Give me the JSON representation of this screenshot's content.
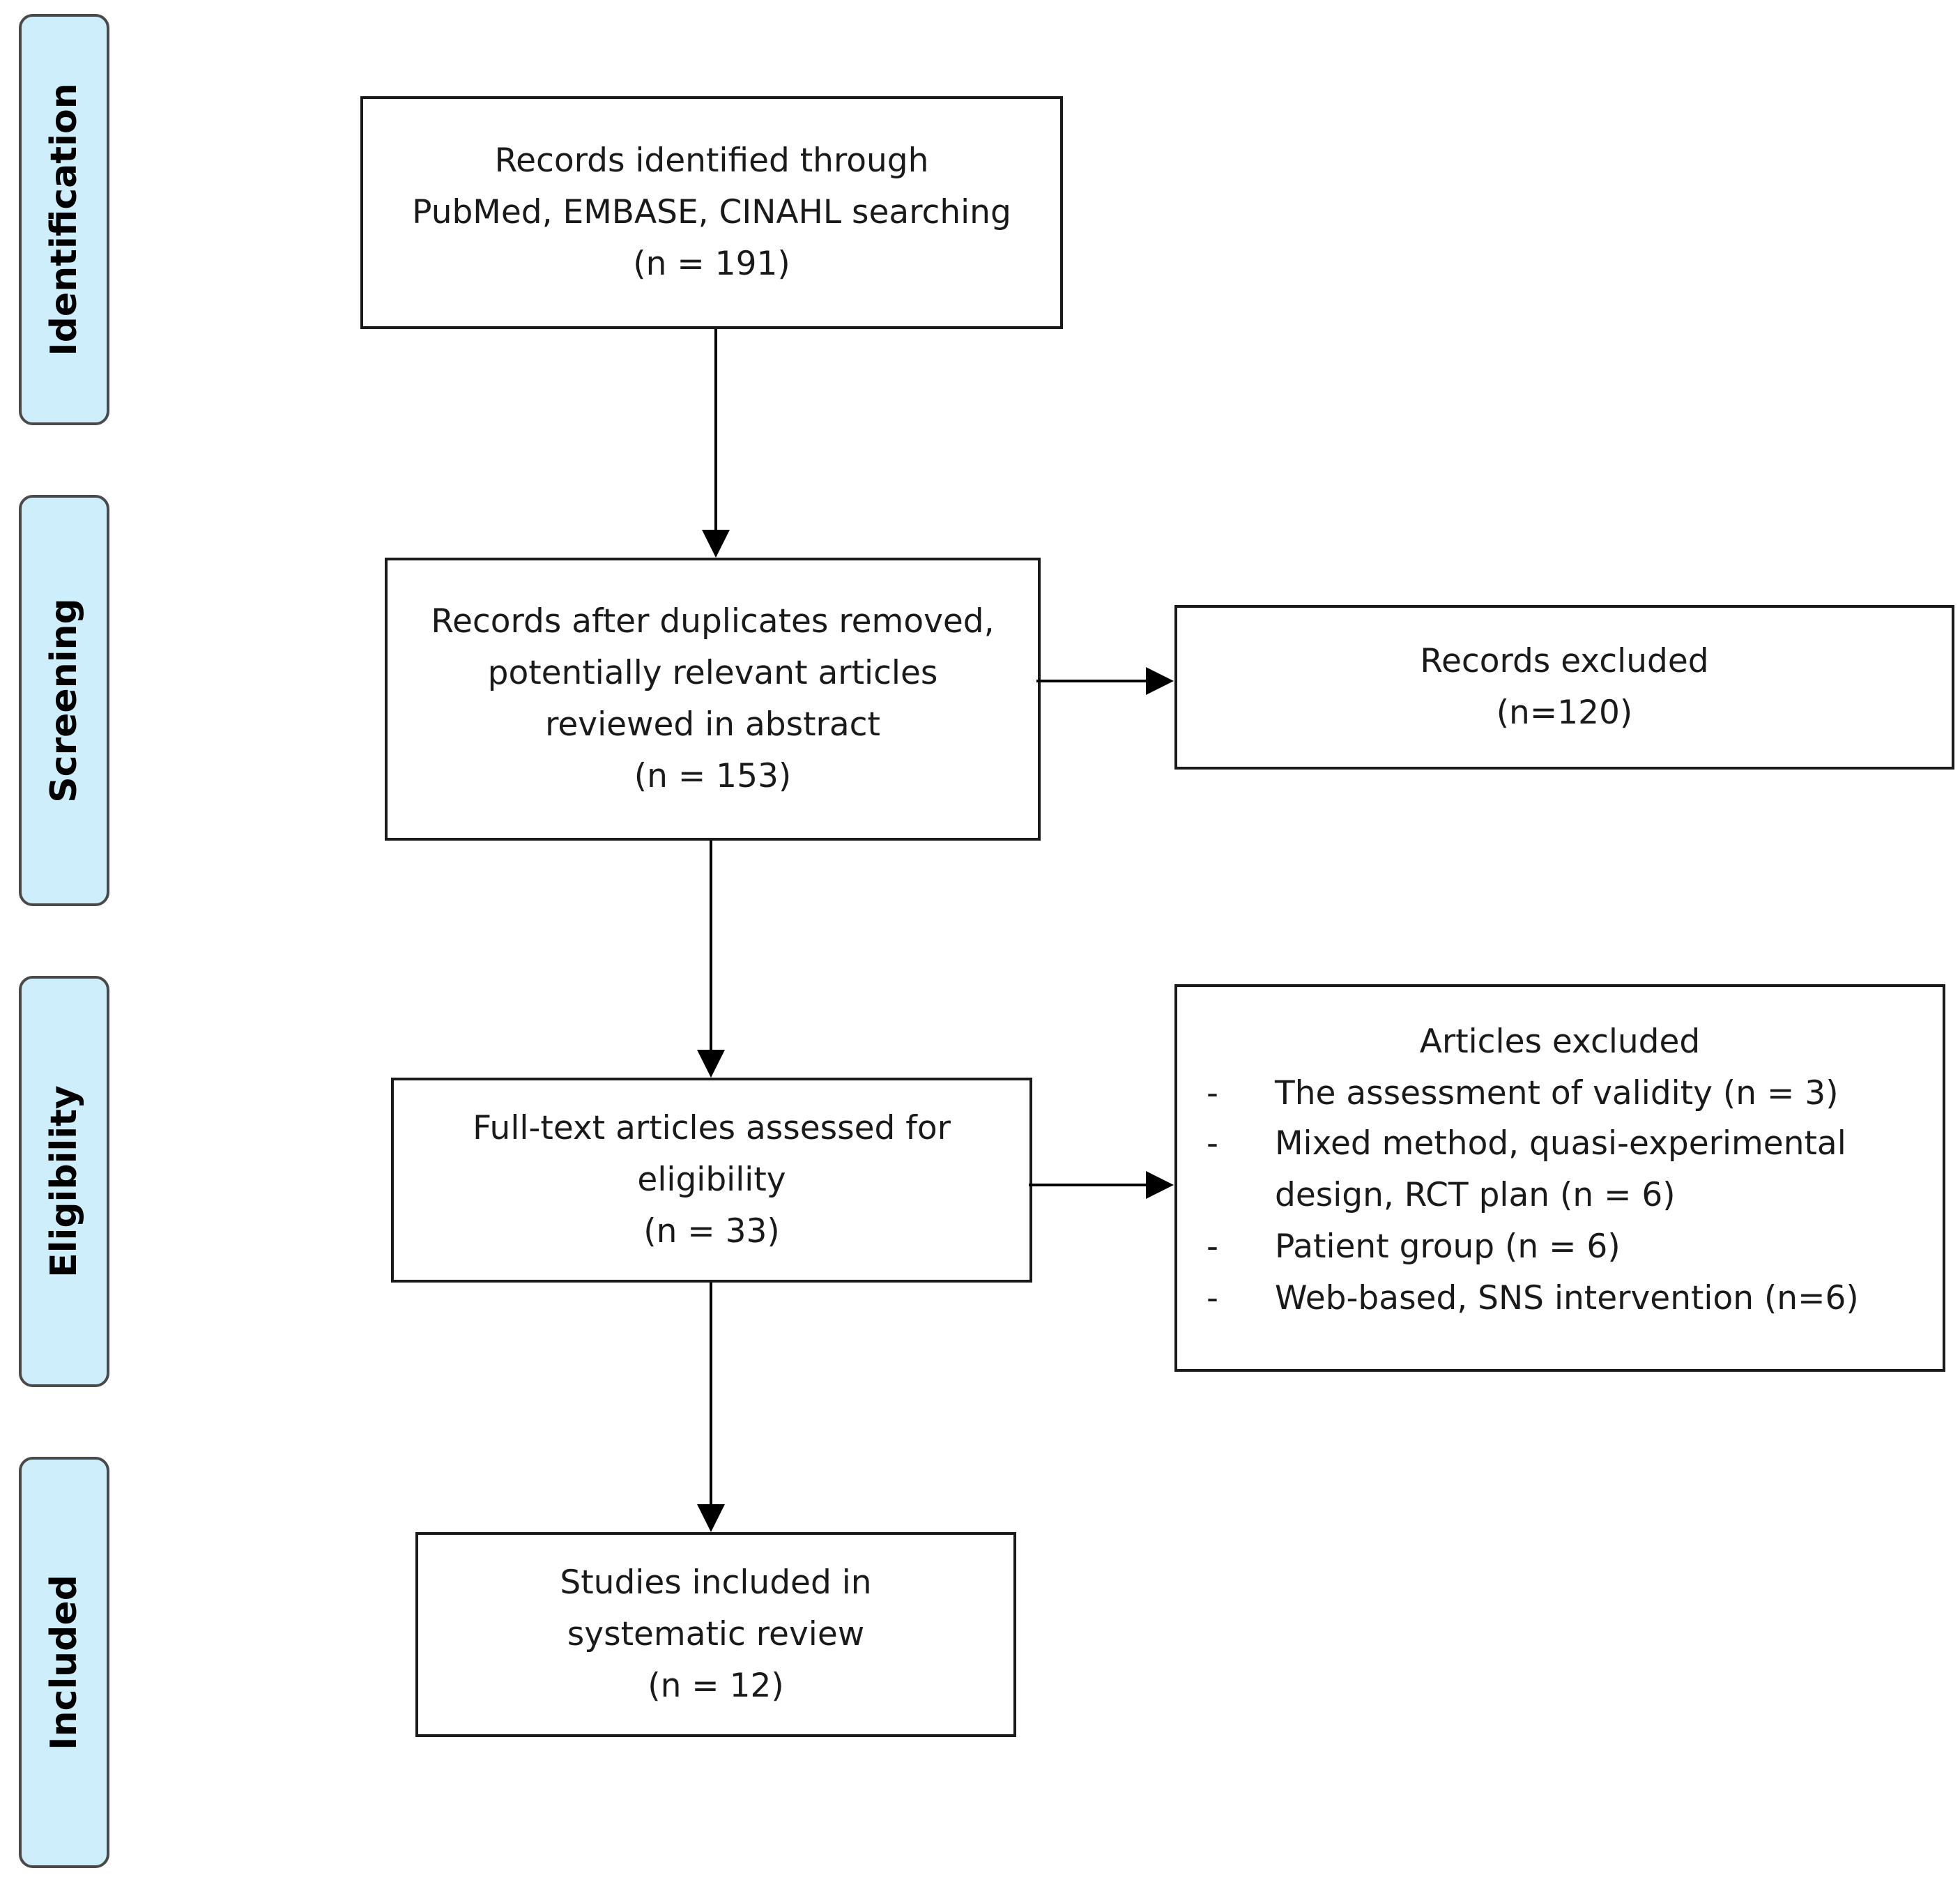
{
  "stages": {
    "identification": "Identification",
    "screening": "Screening",
    "eligibility": "Eligibility",
    "included": "Included"
  },
  "boxes": {
    "identified": {
      "line1": "Records identified through",
      "line2": "PubMed, EMBASE, CINAHL searching",
      "count": "(n =  191)"
    },
    "screened": {
      "line1": "Records after duplicates removed,",
      "line2": "potentially relevant articles",
      "line3": "reviewed in abstract",
      "count": "(n =  153)"
    },
    "records_excluded": {
      "line1": "Records excluded",
      "count": "(n=120)"
    },
    "full_text": {
      "line1": "Full-text articles assessed for",
      "line2": "eligibility",
      "count": "(n = 33)"
    },
    "articles_excluded": {
      "title": "Articles excluded",
      "dash": "-",
      "item1": "The assessment of validity (n = 3)",
      "item2_line1": "Mixed method, quasi-experimental",
      "item2_line2": "design, RCT plan (n = 6)",
      "item3": "Patient group (n = 6)",
      "item4": "Web-based, SNS intervention (n=6)"
    },
    "included": {
      "line1": "Studies included in",
      "line2": "systematic review",
      "count": "(n =  12)"
    }
  },
  "colors": {
    "stage_fill": "#cdeefa",
    "stage_border": "#4a4a4a",
    "box_border": "#1a1a1a",
    "arrow": "#000000"
  }
}
